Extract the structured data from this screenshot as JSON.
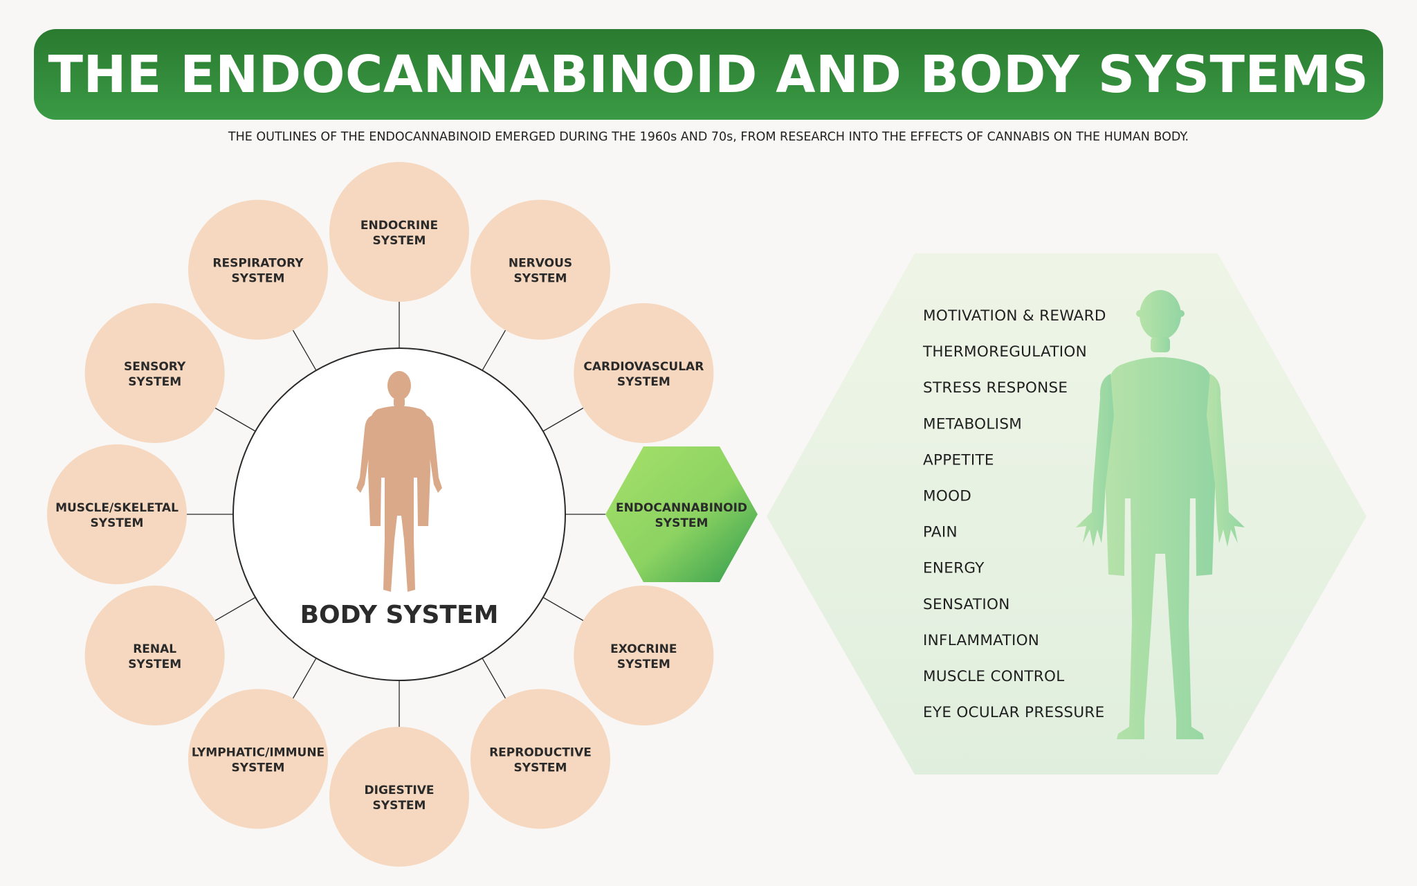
{
  "header": {
    "title": "THE ENDOCANNABINOID AND BODY SYSTEMS",
    "subtitle": "THE OUTLINES OF THE ENDOCANNABINOID EMERGED DURING THE 1960s AND 70s, FROM RESEARCH INTO THE EFFECTS OF CANNABIS ON THE HUMAN BODY."
  },
  "center": {
    "label": "BODY SYSTEM"
  },
  "systems": [
    {
      "line1": "ENDOCRINE",
      "line2": "SYSTEM"
    },
    {
      "line1": "NERVOUS",
      "line2": "SYSTEM"
    },
    {
      "line1": "CARDIOVASCULAR",
      "line2": "SYSTEM"
    },
    {
      "line1": "ENDOCANNABINOID",
      "line2": "SYSTEM"
    },
    {
      "line1": "EXOCRINE",
      "line2": "SYSTEM"
    },
    {
      "line1": "REPRODUCTIVE",
      "line2": "SYSTEM"
    },
    {
      "line1": "DIGESTIVE",
      "line2": "SYSTEM"
    },
    {
      "line1": "LYMPHATIC/IMMUNE",
      "line2": "SYSTEM"
    },
    {
      "line1": "RENAL",
      "line2": "SYSTEM"
    },
    {
      "line1": "MUSCLE/SKELETAL",
      "line2": "SYSTEM"
    },
    {
      "line1": "SENSORY",
      "line2": "SYSTEM"
    },
    {
      "line1": "RESPIRATORY",
      "line2": "SYSTEM"
    }
  ],
  "effects": [
    "MOTIVATION & REWARD",
    "THERMOREGULATION",
    "STRESS RESPONSE",
    "METABOLISM",
    "APPETITE",
    "MOOD",
    "PAIN",
    "ENERGY",
    "SENSATION",
    "INFLAMMATION",
    "MUSCLE CONTROL",
    "EYE OCULAR PRESSURE"
  ],
  "colors": {
    "banner": "#2e8b38",
    "system_circle": "#f5d8bf",
    "highlight_hex": "#6cc35a",
    "body_figure": "#d9a98a",
    "green_figure": "#8fd48f",
    "panel": "#e6f0de"
  }
}
